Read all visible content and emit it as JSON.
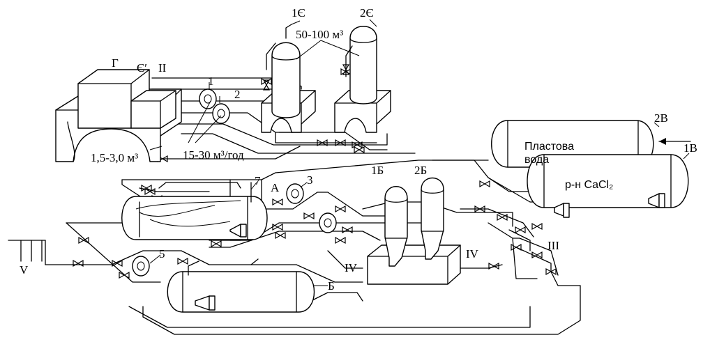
{
  "labels": {
    "G": "Г",
    "E_prime": "Є′",
    "II": "II",
    "vol_1": "1,5-3,0 м³",
    "flow": "15-30 м³/год",
    "pump_1": "1",
    "pump_2": "2",
    "pump_3": "3",
    "pump_5": "5",
    "tank_1E": "1Є",
    "tank_2E": "2Є",
    "vol_2": "50-100 м³",
    "tank_2B": "2В",
    "tank_1B": "1В",
    "water_1": "Пластова",
    "water_2": "вода",
    "cacl2": "р-н CaCl₂",
    "A": "А",
    "seven": "7",
    "col_1B": "1Б",
    "col_2B": "2Б",
    "IV_left": "IV",
    "IV_right": "IV",
    "III": "III",
    "V": "V",
    "B": "Б"
  },
  "colors": {
    "line": "#000000",
    "background": "#ffffff"
  }
}
